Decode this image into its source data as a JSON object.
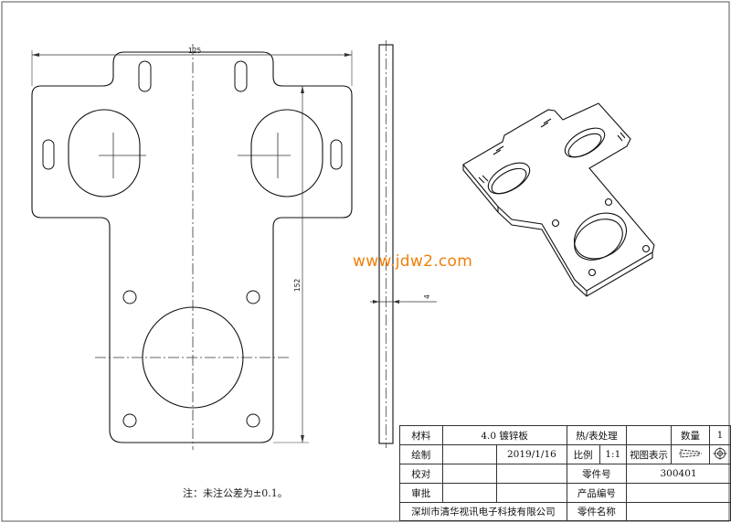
{
  "dims": {
    "width_label": "125",
    "height_label": "152",
    "thickness_label": "4"
  },
  "watermark": "www.jdw2.com",
  "note": "注：未注公差为±0.1。",
  "title_block": {
    "material_label": "材料",
    "material_value": "4.0 镀锌板",
    "heat_label": "热/表处理",
    "qty_label": "数量",
    "qty_value": "1",
    "draw_label": "绘制",
    "draw_date": "2019/1/16",
    "scale_label": "比例",
    "scale_value": "1:1",
    "view_label": "视图表示",
    "check_label": "校对",
    "part_no_label": "零件号",
    "part_no_value": "300401",
    "approve_label": "审批",
    "product_no_label": "产品编号",
    "company": "深圳市清华视讯电子科技有限公司",
    "part_name_label": "零件名称"
  }
}
